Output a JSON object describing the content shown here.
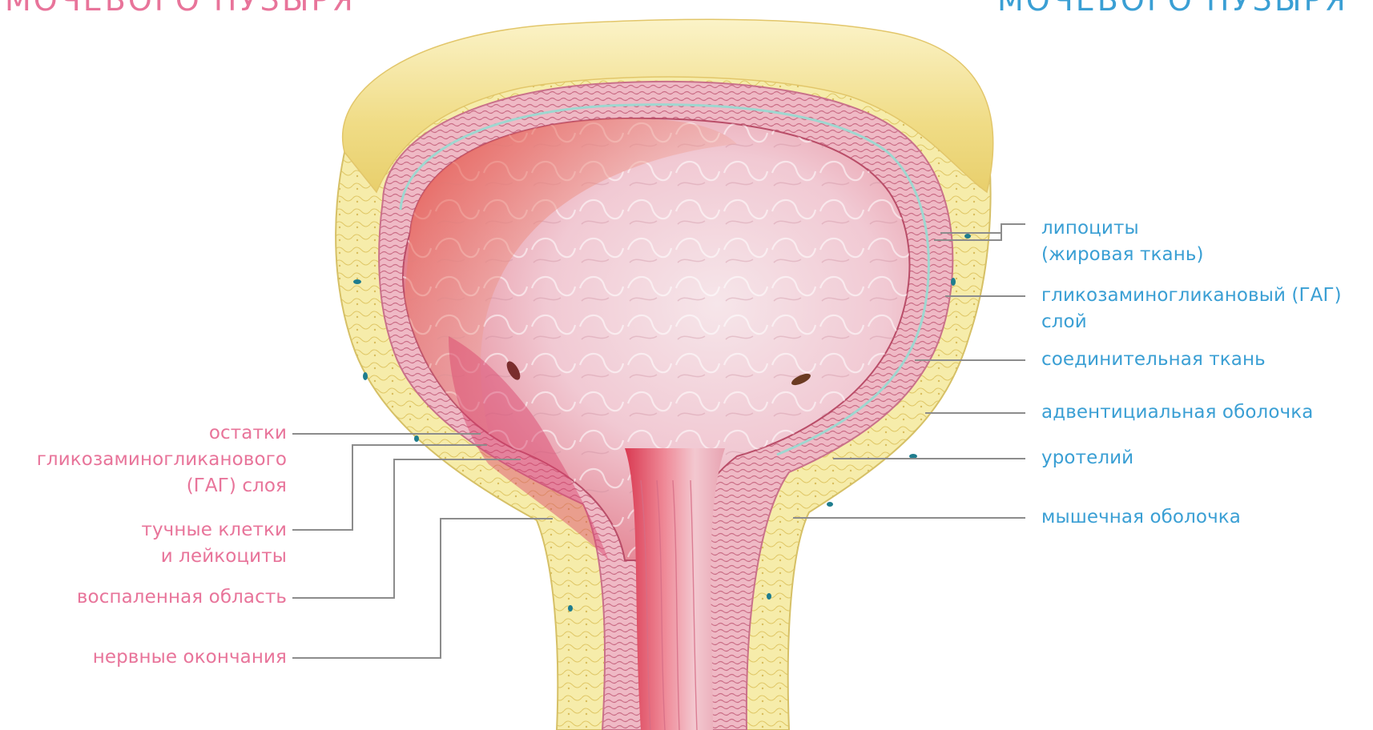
{
  "colors": {
    "left_label": "#e8749a",
    "right_label": "#3a9fd4",
    "leader_line": "#8c8c8c",
    "fat_yellow": "#f3e9a2",
    "lumen_red": "#e45a63",
    "lumen_pink": "#f4d6de",
    "muscle_pink": "#e9a9b8"
  },
  "headings": {
    "left": "МОЧЕВОГО ПУЗЫРЯ",
    "right": "МОЧЕВОГО ПУЗЫРЯ"
  },
  "left_labels": [
    {
      "id": "gag-remnants",
      "text": "остатки\nгликозаминогликанового\n(ГАГ) слоя"
    },
    {
      "id": "mast-cells",
      "text": "тучные клетки\nи лейкоциты"
    },
    {
      "id": "inflamed-area",
      "text": "воспаленная область"
    },
    {
      "id": "nerve-endings",
      "text": "нервные окончания"
    }
  ],
  "right_labels": [
    {
      "id": "lipocytes",
      "text": "липоциты\n(жировая ткань)"
    },
    {
      "id": "gag-layer",
      "text": "гликозаминогликановый (ГАГ)\nслой"
    },
    {
      "id": "connective-tissue",
      "text": "соединительная ткань"
    },
    {
      "id": "adventitia",
      "text": "адвентициальная оболочка"
    },
    {
      "id": "urothelium",
      "text": "уротелий"
    },
    {
      "id": "muscle-layer",
      "text": "мышечная оболочка"
    }
  ]
}
